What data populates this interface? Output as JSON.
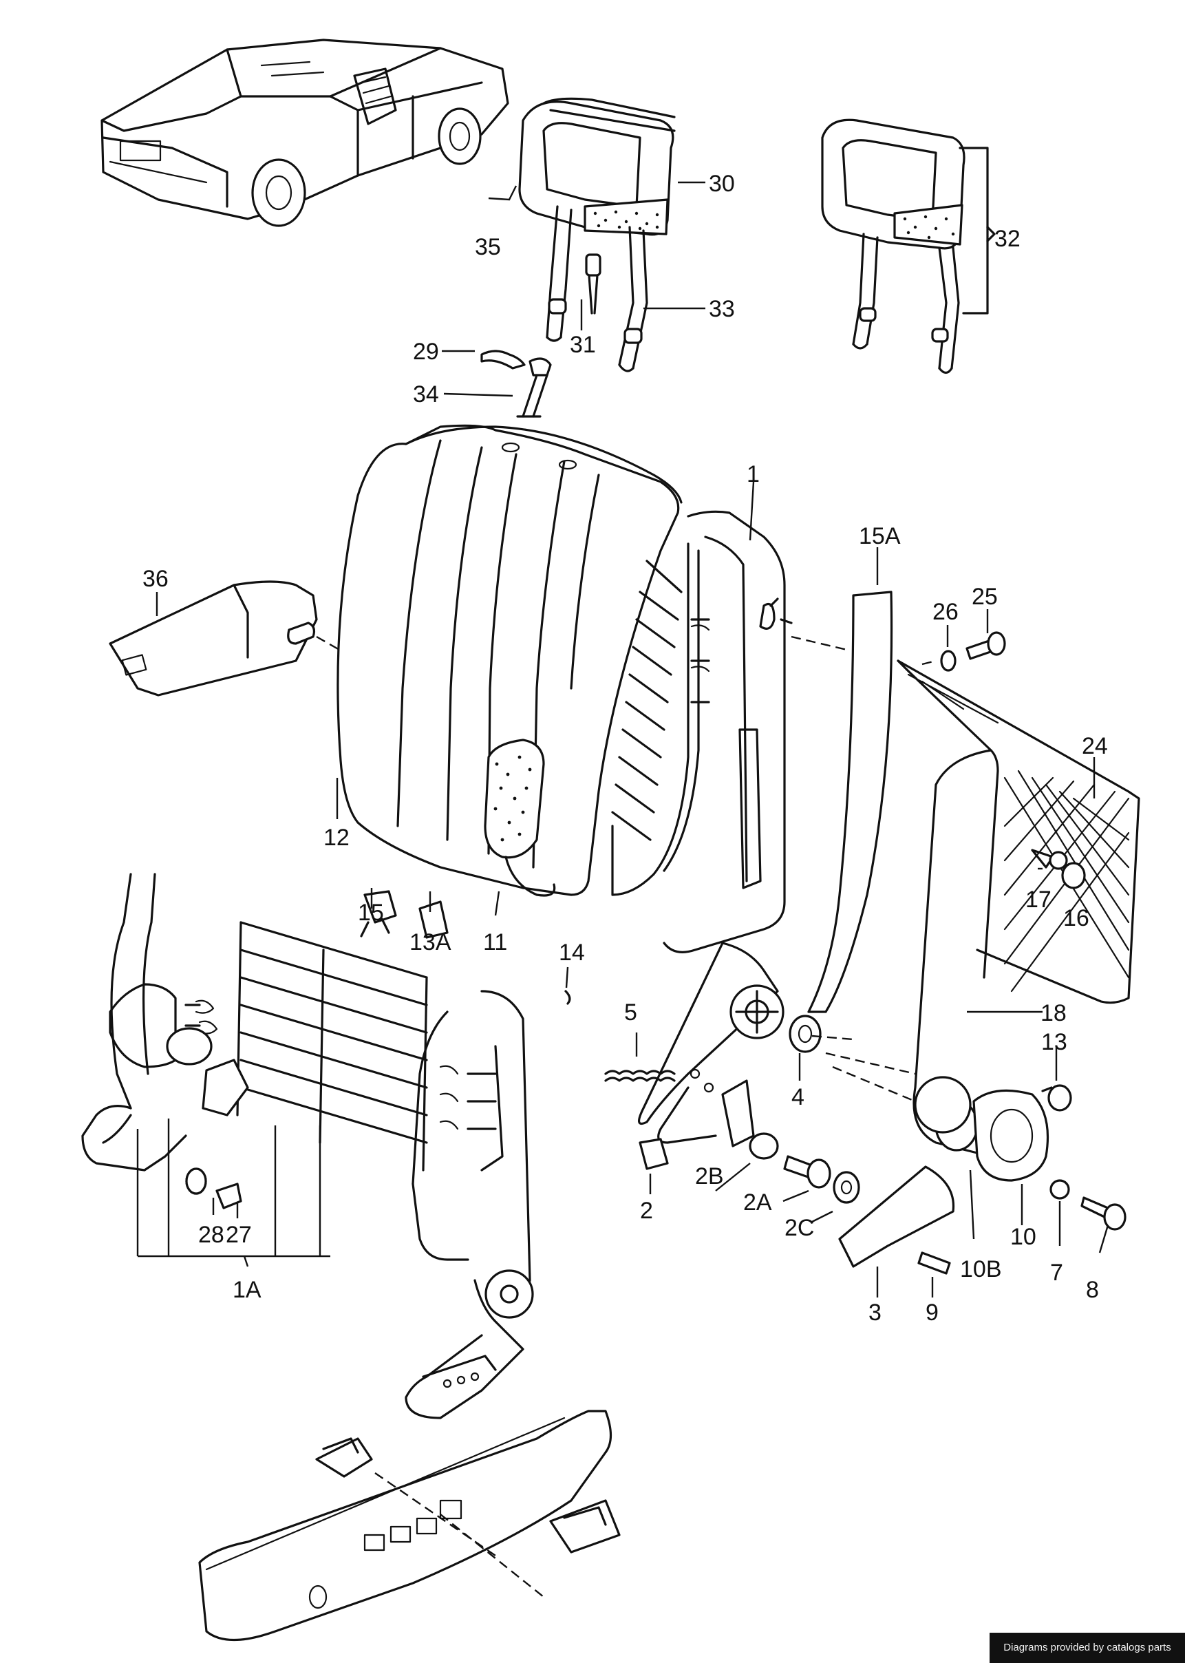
{
  "callouts": {
    "c1": "1",
    "c1A": "1A",
    "c2": "2",
    "c2A": "2A",
    "c2B": "2B",
    "c2C": "2C",
    "c3": "3",
    "c4": "4",
    "c5": "5",
    "c7": "7",
    "c8": "8",
    "c9": "9",
    "c10": "10",
    "c10B": "10B",
    "c11": "11",
    "c12": "12",
    "c13": "13",
    "c13A": "13A",
    "c14": "14",
    "c15": "15",
    "c15A": "15A",
    "c16": "16",
    "c17": "17",
    "c18": "18",
    "c24": "24",
    "c25": "25",
    "c26": "26",
    "c27": "27",
    "c28": "28",
    "c29": "29",
    "c30": "30",
    "c31": "31",
    "c32": "32",
    "c33": "33",
    "c34": "34",
    "c35": "35",
    "c36": "36"
  },
  "credit": "Diagrams provided by catalogs parts"
}
